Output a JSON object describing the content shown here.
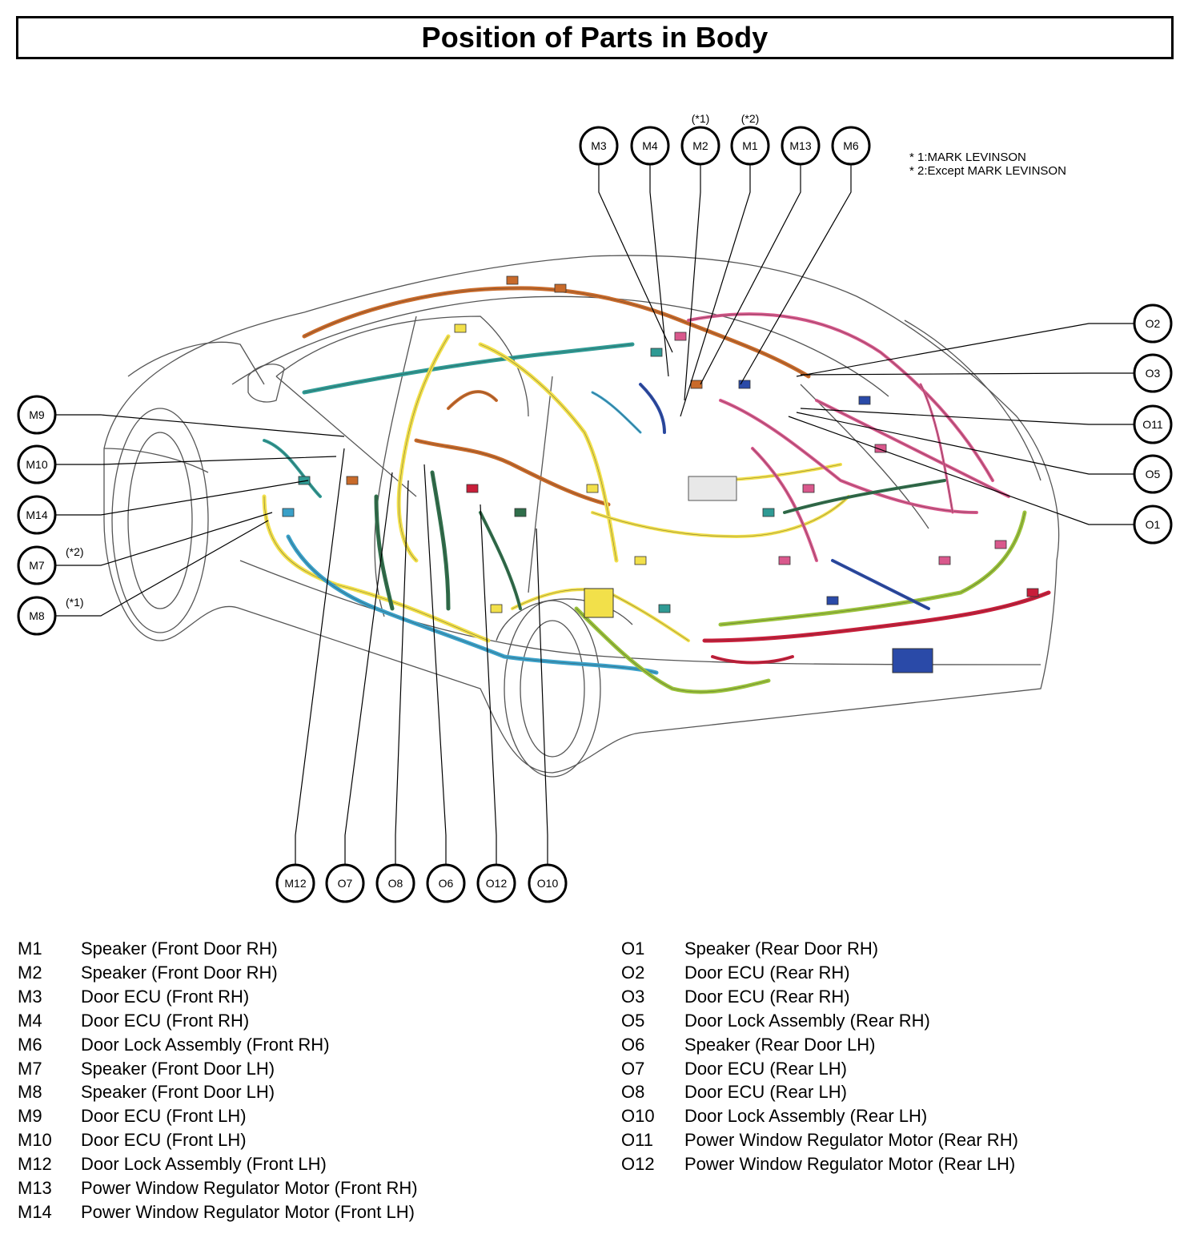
{
  "title": "Position of Parts in Body",
  "notes": [
    "* 1:MARK LEVINSON",
    "* 2:Except MARK LEVINSON"
  ],
  "callouts": {
    "top": [
      {
        "code": "M3",
        "qualifier": ""
      },
      {
        "code": "M4",
        "qualifier": ""
      },
      {
        "code": "M2",
        "qualifier": "(*1)"
      },
      {
        "code": "M1",
        "qualifier": "(*2)"
      },
      {
        "code": "M13",
        "qualifier": ""
      },
      {
        "code": "M6",
        "qualifier": ""
      }
    ],
    "right": [
      {
        "code": "O2"
      },
      {
        "code": "O3"
      },
      {
        "code": "O11"
      },
      {
        "code": "O5"
      },
      {
        "code": "O1"
      }
    ],
    "left": [
      {
        "code": "M9",
        "qualifier": ""
      },
      {
        "code": "M10",
        "qualifier": ""
      },
      {
        "code": "M14",
        "qualifier": ""
      },
      {
        "code": "M7",
        "qualifier": "(*2)"
      },
      {
        "code": "M8",
        "qualifier": "(*1)"
      }
    ],
    "bottom": [
      {
        "code": "M12"
      },
      {
        "code": "O7"
      },
      {
        "code": "O8"
      },
      {
        "code": "O6"
      },
      {
        "code": "O12"
      },
      {
        "code": "O10"
      }
    ]
  },
  "legend": {
    "left": [
      {
        "code": "M1",
        "desc": "Speaker (Front Door RH)"
      },
      {
        "code": "M2",
        "desc": "Speaker (Front Door RH)"
      },
      {
        "code": "M3",
        "desc": "Door ECU (Front RH)"
      },
      {
        "code": "M4",
        "desc": "Door ECU (Front RH)"
      },
      {
        "code": "M6",
        "desc": "Door Lock Assembly (Front RH)"
      },
      {
        "code": "M7",
        "desc": "Speaker (Front Door LH)"
      },
      {
        "code": "M8",
        "desc": "Speaker (Front Door LH)"
      },
      {
        "code": "M9",
        "desc": "Door ECU (Front LH)"
      },
      {
        "code": "M10",
        "desc": "Door ECU (Front LH)"
      },
      {
        "code": "M12",
        "desc": "Door Lock Assembly (Front LH)"
      },
      {
        "code": "M13",
        "desc": "Power Window Regulator Motor (Front RH)"
      },
      {
        "code": "M14",
        "desc": "Power Window Regulator Motor (Front LH)"
      }
    ],
    "right": [
      {
        "code": "O1",
        "desc": "Speaker (Rear Door RH)"
      },
      {
        "code": "O2",
        "desc": "Door ECU (Rear RH)"
      },
      {
        "code": "O3",
        "desc": "Door ECU (Rear RH)"
      },
      {
        "code": "O5",
        "desc": "Door Lock Assembly (Rear RH)"
      },
      {
        "code": "O6",
        "desc": "Speaker (Rear Door LH)"
      },
      {
        "code": "O7",
        "desc": "Door ECU (Rear LH)"
      },
      {
        "code": "O8",
        "desc": "Door ECU (Rear LH)"
      },
      {
        "code": "O10",
        "desc": "Door Lock Assembly (Rear LH)"
      },
      {
        "code": "O11",
        "desc": "Power Window Regulator Motor (Rear RH)"
      },
      {
        "code": "O12",
        "desc": "Power Window Regulator Motor (Rear LH)"
      }
    ]
  },
  "colors": {
    "outline": "#000000",
    "car_line": "#555555",
    "wire_yellow": "#f2e04a",
    "wire_pink": "#d9588c",
    "wire_teal": "#2f9a94",
    "wire_orange": "#c86a2a",
    "wire_blue": "#3aa0c8",
    "wire_green": "#2f6e4a",
    "wire_red": "#c81e3a",
    "wire_lime": "#9ac23a",
    "wire_navy": "#2a4aa8"
  }
}
